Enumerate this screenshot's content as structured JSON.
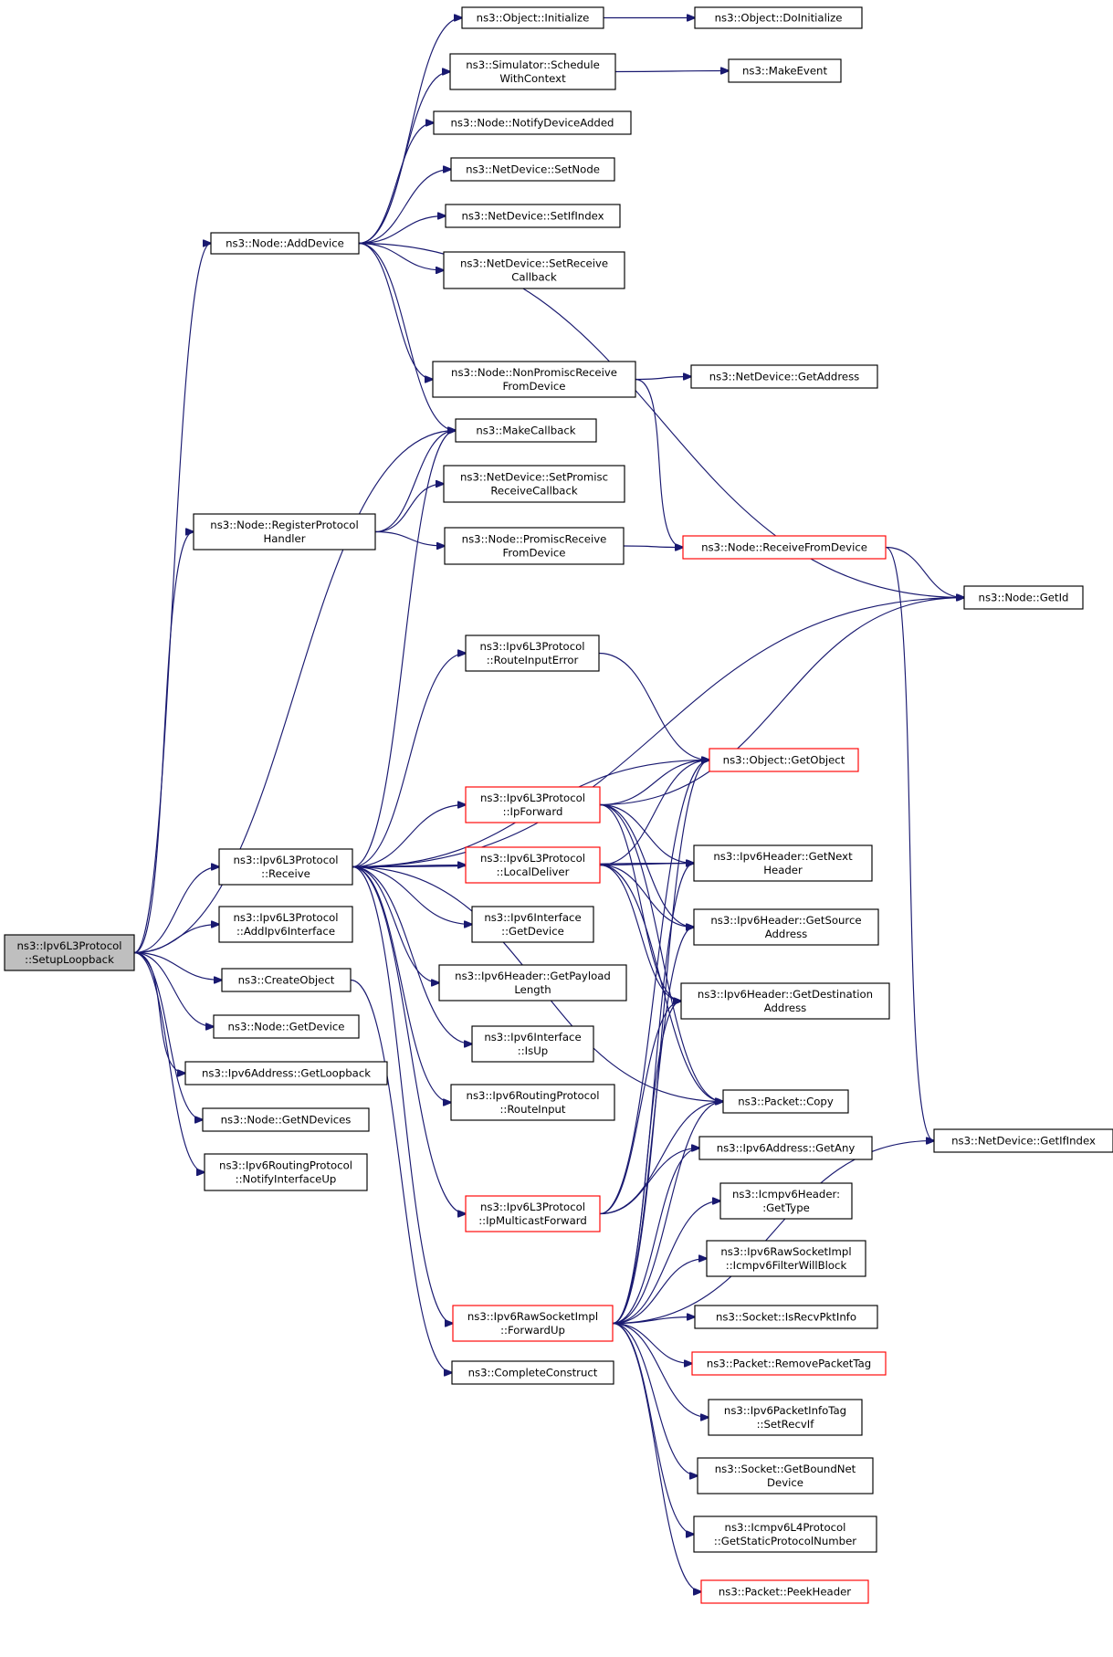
{
  "colors": {
    "edge": "#191970",
    "border_default": "#000000",
    "border_truncated": "#ff0000",
    "root_fill": "#bfbfbf"
  },
  "nodes": [
    {
      "id": "setup",
      "lines": [
        "ns3::Ipv6L3Protocol",
        "::SetupLoopback"
      ],
      "style": "root"
    },
    {
      "id": "adddevice",
      "lines": [
        "ns3::Node::AddDevice"
      ],
      "style": "normal"
    },
    {
      "id": "registerph",
      "lines": [
        "ns3::Node::RegisterProtocol",
        "Handler"
      ],
      "style": "normal"
    },
    {
      "id": "receive",
      "lines": [
        "ns3::Ipv6L3Protocol",
        "::Receive"
      ],
      "style": "normal"
    },
    {
      "id": "addipv6if",
      "lines": [
        "ns3::Ipv6L3Protocol",
        "::AddIpv6Interface"
      ],
      "style": "normal"
    },
    {
      "id": "createobject",
      "lines": [
        "ns3::CreateObject"
      ],
      "style": "normal"
    },
    {
      "id": "nodegetdevice",
      "lines": [
        "ns3::Node::GetDevice"
      ],
      "style": "normal"
    },
    {
      "id": "getloopback",
      "lines": [
        "ns3::Ipv6Address::GetLoopback"
      ],
      "style": "normal"
    },
    {
      "id": "getndevices",
      "lines": [
        "ns3::Node::GetNDevices"
      ],
      "style": "normal"
    },
    {
      "id": "notifyifup",
      "lines": [
        "ns3::Ipv6RoutingProtocol",
        "::NotifyInterfaceUp"
      ],
      "style": "normal"
    },
    {
      "id": "objinit",
      "lines": [
        "ns3::Object::Initialize"
      ],
      "style": "normal"
    },
    {
      "id": "schedctx",
      "lines": [
        "ns3::Simulator::Schedule",
        "WithContext"
      ],
      "style": "normal"
    },
    {
      "id": "notifydevadded",
      "lines": [
        "ns3::Node::NotifyDeviceAdded"
      ],
      "style": "normal"
    },
    {
      "id": "setnode",
      "lines": [
        "ns3::NetDevice::SetNode"
      ],
      "style": "normal"
    },
    {
      "id": "setifindex",
      "lines": [
        "ns3::NetDevice::SetIfIndex"
      ],
      "style": "normal"
    },
    {
      "id": "setreceivecb",
      "lines": [
        "ns3::NetDevice::SetReceive",
        "Callback"
      ],
      "style": "normal"
    },
    {
      "id": "nonpromisc",
      "lines": [
        "ns3::Node::NonPromiscReceive",
        "FromDevice"
      ],
      "style": "normal"
    },
    {
      "id": "makecallback",
      "lines": [
        "ns3::MakeCallback"
      ],
      "style": "normal"
    },
    {
      "id": "setpromisccb",
      "lines": [
        "ns3::NetDevice::SetPromisc",
        "ReceiveCallback"
      ],
      "style": "normal"
    },
    {
      "id": "promiscrecv",
      "lines": [
        "ns3::Node::PromiscReceive",
        "FromDevice"
      ],
      "style": "normal"
    },
    {
      "id": "routeinputerror",
      "lines": [
        "ns3::Ipv6L3Protocol",
        "::RouteInputError"
      ],
      "style": "normal"
    },
    {
      "id": "ipforward",
      "lines": [
        "ns3::Ipv6L3Protocol",
        "::IpForward"
      ],
      "style": "truncated"
    },
    {
      "id": "localdeliver",
      "lines": [
        "ns3::Ipv6L3Protocol",
        "::LocalDeliver"
      ],
      "style": "truncated"
    },
    {
      "id": "ifgetdevice",
      "lines": [
        "ns3::Ipv6Interface",
        "::GetDevice"
      ],
      "style": "normal"
    },
    {
      "id": "getpayloadlen",
      "lines": [
        "ns3::Ipv6Header::GetPayload",
        "Length"
      ],
      "style": "normal"
    },
    {
      "id": "isup",
      "lines": [
        "ns3::Ipv6Interface",
        "::IsUp"
      ],
      "style": "normal"
    },
    {
      "id": "routeinput",
      "lines": [
        "ns3::Ipv6RoutingProtocol",
        "::RouteInput"
      ],
      "style": "normal"
    },
    {
      "id": "ipmcforward",
      "lines": [
        "ns3::Ipv6L3Protocol",
        "::IpMulticastForward"
      ],
      "style": "truncated"
    },
    {
      "id": "forwardup",
      "lines": [
        "ns3::Ipv6RawSocketImpl",
        "::ForwardUp"
      ],
      "style": "truncated"
    },
    {
      "id": "completeconstruct",
      "lines": [
        "ns3::CompleteConstruct"
      ],
      "style": "normal"
    },
    {
      "id": "doinitialize",
      "lines": [
        "ns3::Object::DoInitialize"
      ],
      "style": "normal"
    },
    {
      "id": "makeevent",
      "lines": [
        "ns3::MakeEvent"
      ],
      "style": "normal"
    },
    {
      "id": "getaddress",
      "lines": [
        "ns3::NetDevice::GetAddress"
      ],
      "style": "normal"
    },
    {
      "id": "receivefromdevice",
      "lines": [
        "ns3::Node::ReceiveFromDevice"
      ],
      "style": "truncated"
    },
    {
      "id": "getobject",
      "lines": [
        "ns3::Object::GetObject"
      ],
      "style": "truncated"
    },
    {
      "id": "getnextheader",
      "lines": [
        "ns3::Ipv6Header::GetNext",
        "Header"
      ],
      "style": "normal"
    },
    {
      "id": "getsourceaddr",
      "lines": [
        "ns3::Ipv6Header::GetSource",
        "Address"
      ],
      "style": "normal"
    },
    {
      "id": "getdestaddr",
      "lines": [
        "ns3::Ipv6Header::GetDestination",
        "Address"
      ],
      "style": "normal"
    },
    {
      "id": "packetcopy",
      "lines": [
        "ns3::Packet::Copy"
      ],
      "style": "normal"
    },
    {
      "id": "getany",
      "lines": [
        "ns3::Ipv6Address::GetAny"
      ],
      "style": "normal"
    },
    {
      "id": "icmpgettype",
      "lines": [
        "ns3::Icmpv6Header:",
        ":GetType"
      ],
      "style": "normal"
    },
    {
      "id": "filterwillblock",
      "lines": [
        "ns3::Ipv6RawSocketImpl",
        "::Icmpv6FilterWillBlock"
      ],
      "style": "normal"
    },
    {
      "id": "isrecvpktinfo",
      "lines": [
        "ns3::Socket::IsRecvPktInfo"
      ],
      "style": "normal"
    },
    {
      "id": "removepackettag",
      "lines": [
        "ns3::Packet::RemovePacketTag"
      ],
      "style": "truncated"
    },
    {
      "id": "setrecvif",
      "lines": [
        "ns3::Ipv6PacketInfoTag",
        "::SetRecvIf"
      ],
      "style": "normal"
    },
    {
      "id": "getboundnetdev",
      "lines": [
        "ns3::Socket::GetBoundNet",
        "Device"
      ],
      "style": "normal"
    },
    {
      "id": "getstaticproto",
      "lines": [
        "ns3::Icmpv6L4Protocol",
        "::GetStaticProtocolNumber"
      ],
      "style": "normal"
    },
    {
      "id": "peekheader",
      "lines": [
        "ns3::Packet::PeekHeader"
      ],
      "style": "truncated"
    },
    {
      "id": "nodegetid",
      "lines": [
        "ns3::Node::GetId"
      ],
      "style": "normal"
    },
    {
      "id": "getifindex",
      "lines": [
        "ns3::NetDevice::GetIfIndex"
      ],
      "style": "normal"
    }
  ],
  "edges": [
    [
      "setup",
      "adddevice"
    ],
    [
      "setup",
      "registerph"
    ],
    [
      "setup",
      "receive"
    ],
    [
      "setup",
      "addipv6if"
    ],
    [
      "setup",
      "createobject"
    ],
    [
      "setup",
      "nodegetdevice"
    ],
    [
      "setup",
      "getloopback"
    ],
    [
      "setup",
      "getndevices"
    ],
    [
      "setup",
      "notifyifup"
    ],
    [
      "setup",
      "makecallback"
    ],
    [
      "adddevice",
      "objinit"
    ],
    [
      "adddevice",
      "schedctx"
    ],
    [
      "adddevice",
      "notifydevadded"
    ],
    [
      "adddevice",
      "setnode"
    ],
    [
      "adddevice",
      "setifindex"
    ],
    [
      "adddevice",
      "setreceivecb"
    ],
    [
      "adddevice",
      "nonpromisc"
    ],
    [
      "adddevice",
      "makecallback"
    ],
    [
      "adddevice",
      "nodegetid"
    ],
    [
      "objinit",
      "doinitialize"
    ],
    [
      "schedctx",
      "makeevent"
    ],
    [
      "nonpromisc",
      "getaddress"
    ],
    [
      "nonpromisc",
      "receivefromdevice"
    ],
    [
      "registerph",
      "makecallback"
    ],
    [
      "registerph",
      "setpromisccb"
    ],
    [
      "registerph",
      "promiscrecv"
    ],
    [
      "promiscrecv",
      "receivefromdevice"
    ],
    [
      "receivefromdevice",
      "nodegetid"
    ],
    [
      "receivefromdevice",
      "getifindex"
    ],
    [
      "receive",
      "makecallback"
    ],
    [
      "receive",
      "nodegetid"
    ],
    [
      "receive",
      "routeinputerror"
    ],
    [
      "receive",
      "getobject"
    ],
    [
      "receive",
      "getnextheader"
    ],
    [
      "receive",
      "ipforward"
    ],
    [
      "receive",
      "localdeliver"
    ],
    [
      "receive",
      "ifgetdevice"
    ],
    [
      "receive",
      "getpayloadlen"
    ],
    [
      "receive",
      "isup"
    ],
    [
      "receive",
      "routeinput"
    ],
    [
      "receive",
      "ipmcforward"
    ],
    [
      "receive",
      "forwardup"
    ],
    [
      "receive",
      "packetcopy"
    ],
    [
      "routeinputerror",
      "getobject"
    ],
    [
      "ipforward",
      "getobject"
    ],
    [
      "ipforward",
      "nodegetid"
    ],
    [
      "ipforward",
      "getnextheader"
    ],
    [
      "ipforward",
      "getsourceaddr"
    ],
    [
      "ipforward",
      "getdestaddr"
    ],
    [
      "ipforward",
      "packetcopy"
    ],
    [
      "localdeliver",
      "getobject"
    ],
    [
      "localdeliver",
      "getnextheader"
    ],
    [
      "localdeliver",
      "getsourceaddr"
    ],
    [
      "localdeliver",
      "getdestaddr"
    ],
    [
      "localdeliver",
      "packetcopy"
    ],
    [
      "ipmcforward",
      "getobject"
    ],
    [
      "ipmcforward",
      "getdestaddr"
    ],
    [
      "ipmcforward",
      "packetcopy"
    ],
    [
      "ipmcforward",
      "getany"
    ],
    [
      "createobject",
      "completeconstruct"
    ],
    [
      "forwardup",
      "getobject"
    ],
    [
      "forwardup",
      "getnextheader"
    ],
    [
      "forwardup",
      "getsourceaddr"
    ],
    [
      "forwardup",
      "getdestaddr"
    ],
    [
      "forwardup",
      "packetcopy"
    ],
    [
      "forwardup",
      "getany"
    ],
    [
      "forwardup",
      "icmpgettype"
    ],
    [
      "forwardup",
      "filterwillblock"
    ],
    [
      "forwardup",
      "isrecvpktinfo"
    ],
    [
      "forwardup",
      "removepackettag"
    ],
    [
      "forwardup",
      "setrecvif"
    ],
    [
      "forwardup",
      "getboundnetdev"
    ],
    [
      "forwardup",
      "getstaticproto"
    ],
    [
      "forwardup",
      "peekheader"
    ],
    [
      "forwardup",
      "getifindex"
    ]
  ]
}
